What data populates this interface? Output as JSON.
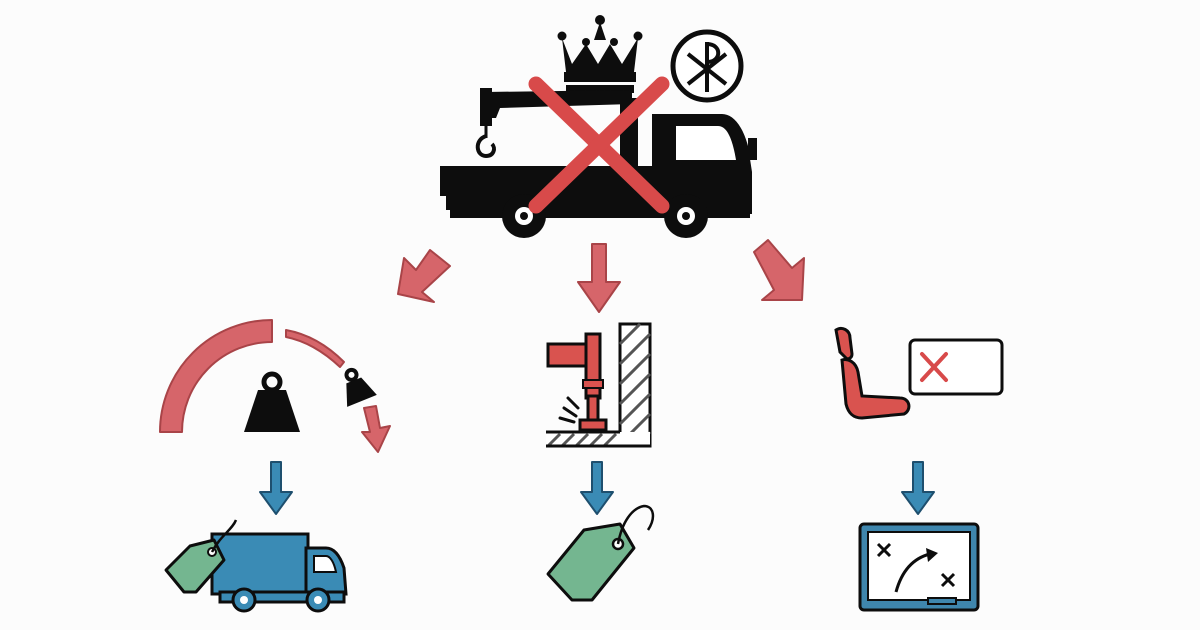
{
  "diagram": {
    "colors": {
      "ink": "#0d0d0d",
      "red": "#d84a4a",
      "red_fill": "#d9534f",
      "red_arrow": "#d6656a",
      "red_arrow_stroke": "#a94448",
      "blue": "#3a8bb5",
      "blue_dark": "#1e4f6e",
      "green_tag": "#74b690",
      "board_frame": "#3f86ad",
      "board_face": "#ffffff",
      "wall_hatch": "#555555"
    },
    "top": {
      "icons": [
        "crane-truck-icon",
        "crown-icon",
        "chi-rho-icon",
        "red-x-icon"
      ]
    },
    "branches": [
      {
        "id": "weight",
        "arrow": "red-arrow-down-left",
        "icons": [
          "capacity-arc-icon",
          "heavy-weight-icon",
          "small-weight-icon",
          "curved-arrow-icon"
        ],
        "next_arrow": "blue-arrow-down",
        "result_icons": [
          "price-tag-icon",
          "box-truck-icon"
        ]
      },
      {
        "id": "outrigger",
        "arrow": "red-arrow-down",
        "icons": [
          "outrigger-icon",
          "wall-icon",
          "ground-icon",
          "impact-icon"
        ],
        "next_arrow": "blue-arrow-down",
        "result_icons": [
          "price-tag-icon"
        ]
      },
      {
        "id": "operator",
        "arrow": "red-arrow-down-right",
        "icons": [
          "seat-icon",
          "license-card-icon",
          "red-x-icon"
        ],
        "next_arrow": "blue-arrow-down",
        "result_icons": [
          "tactics-board-icon"
        ]
      }
    ]
  }
}
